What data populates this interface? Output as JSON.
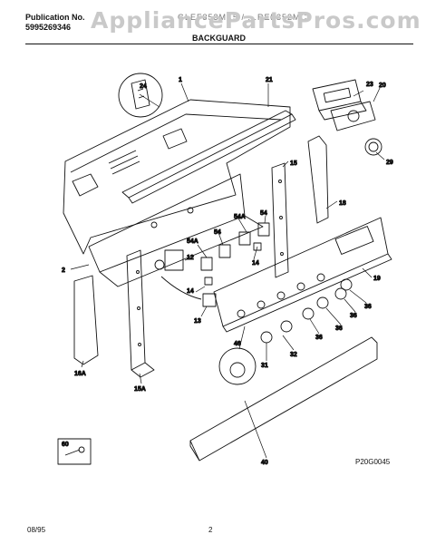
{
  "header": {
    "publication_label": "Publication No.",
    "publication_number": "5995269346",
    "model_text": "GLEF353MK5 / ...REF352MC",
    "watermark": "AppliancePartsPros.com",
    "section_title": "BACKGUARD"
  },
  "footer": {
    "date": "08/95",
    "page": "2",
    "diagram_code": "P20G0045"
  },
  "callouts": {
    "c1": "1",
    "c2": "2",
    "c12": "12",
    "c13": "13",
    "c14a": "14",
    "c14b": "14",
    "c15": "15",
    "c15A": "15A",
    "c16A": "16A",
    "c18": "18",
    "c19": "19",
    "c20": "20",
    "c21": "21",
    "c23": "23",
    "c24": "24",
    "c29": "29",
    "c31": "31",
    "c32": "32",
    "c36a": "36",
    "c36b": "36",
    "c36c": "36",
    "c36d": "36",
    "c40": "40",
    "c46": "46",
    "c54a": "54",
    "c54b": "54",
    "c54Aa": "54A",
    "c54Ab": "54A",
    "c60": "60"
  }
}
